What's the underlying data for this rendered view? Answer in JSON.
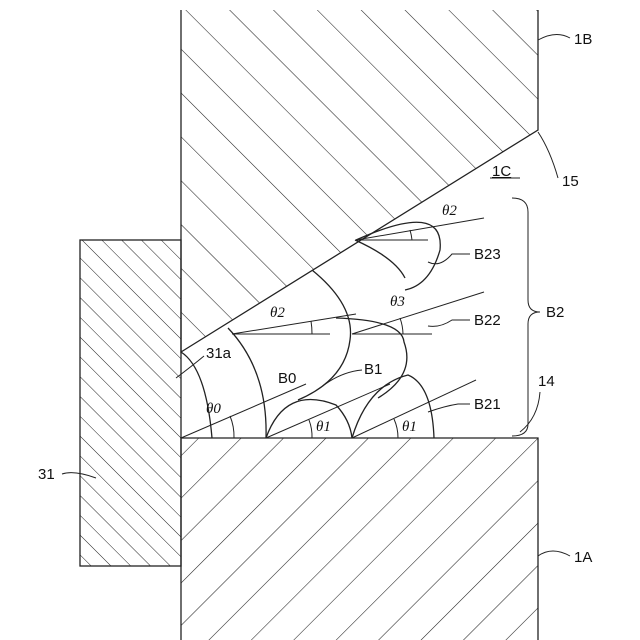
{
  "labels": {
    "l_1B": "1B",
    "l_1C": "1C",
    "l_15": "15",
    "l_B23": "B23",
    "l_B2": "B2",
    "l_B22": "B22",
    "l_31a": "31a",
    "l_B0": "B0",
    "l_B1": "B1",
    "l_14": "14",
    "l_B21": "B21",
    "l_31": "31",
    "l_1A": "1A"
  },
  "angles": {
    "t_top": "θ2",
    "t_mid2": "θ2",
    "t_mid3": "θ3",
    "t_0": "θ0",
    "t_1a": "θ1",
    "t_1b": "θ1"
  },
  "colors": {
    "line": "#222222",
    "text": "#111111",
    "background": "#ffffff"
  }
}
